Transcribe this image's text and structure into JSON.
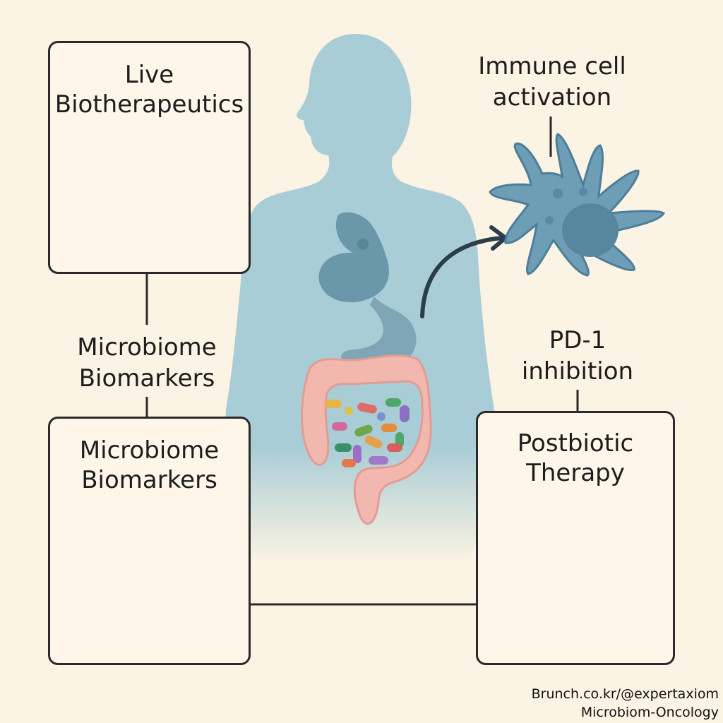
{
  "boxes": {
    "live": {
      "line1": "Live",
      "line2": "Biotherapeutics"
    },
    "biomarkers": {
      "line1": "Microbiome",
      "line2": "Biomarkers"
    },
    "postbiotic": {
      "line1": "Postbiotic",
      "line2": "Therapy"
    }
  },
  "labels": {
    "immune": {
      "line1": "Immune cell",
      "line2": "activation"
    },
    "biomarkers_mid": {
      "line1": "Microbiome",
      "line2": "Biomarkers"
    },
    "pd1": {
      "line1": "PD-1",
      "line2": "inhibition"
    }
  },
  "credit": {
    "line1": "Brunch.co.kr/@expertaxiom",
    "line2": "Microbiom-Oncology"
  },
  "colors": {
    "background": "#fbf3e3",
    "body": "#a9cdd6",
    "organ": "#5f8fa3",
    "colon": "#f2b8b0",
    "immune_cell": "#6e9db6",
    "green_bacteria": "#3aa07a",
    "arrow": "#2b3d48"
  },
  "icons": {
    "live": "petri-dish-icon",
    "biomarkers": "magnifier-dna-icon",
    "postbiotic": "cell-icon",
    "immune": "dendritic-cell-icon"
  }
}
